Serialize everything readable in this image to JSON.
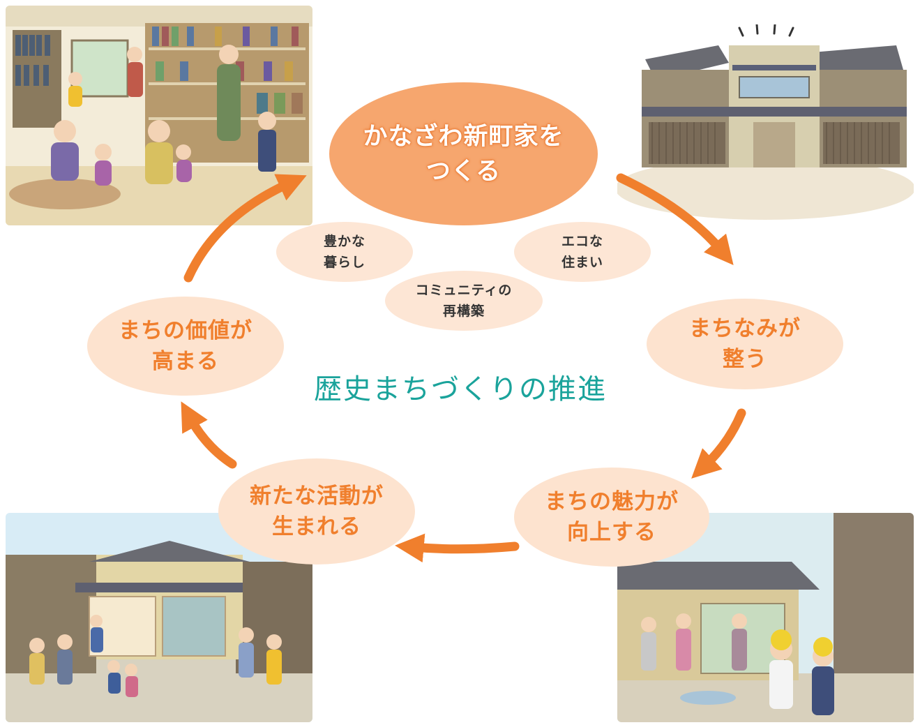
{
  "main_node": {
    "line1": "かなざわ新町家を",
    "line2": "つくる"
  },
  "cycle_nodes": [
    {
      "line1": "まちなみが",
      "line2": "整う"
    },
    {
      "line1": "まちの魅力が",
      "line2": "向上する"
    },
    {
      "line1": "新たな活動が",
      "line2": "生まれる"
    },
    {
      "line1": "まちの価値が",
      "line2": "高まる"
    }
  ],
  "goals": [
    {
      "line1": "豊かな",
      "line2": "暮らし"
    },
    {
      "line1": "エコな",
      "line2": "住まい"
    },
    {
      "line1": "コミュニティの",
      "line2": "再構築"
    }
  ],
  "center_title": "歴史まちづくりの推進",
  "colors": {
    "main_fill": "#f6a66e",
    "node_fill": "#fde3cf",
    "node_text": "#f07f2d",
    "arrow": "#f07f2d",
    "title_text": "#1aa39b"
  },
  "illustrations": [
    {
      "icon": "library-interior-illustration"
    },
    {
      "icon": "machiya-townhouse-illustration"
    },
    {
      "icon": "street-activity-illustration"
    },
    {
      "icon": "school-children-street-illustration"
    }
  ]
}
